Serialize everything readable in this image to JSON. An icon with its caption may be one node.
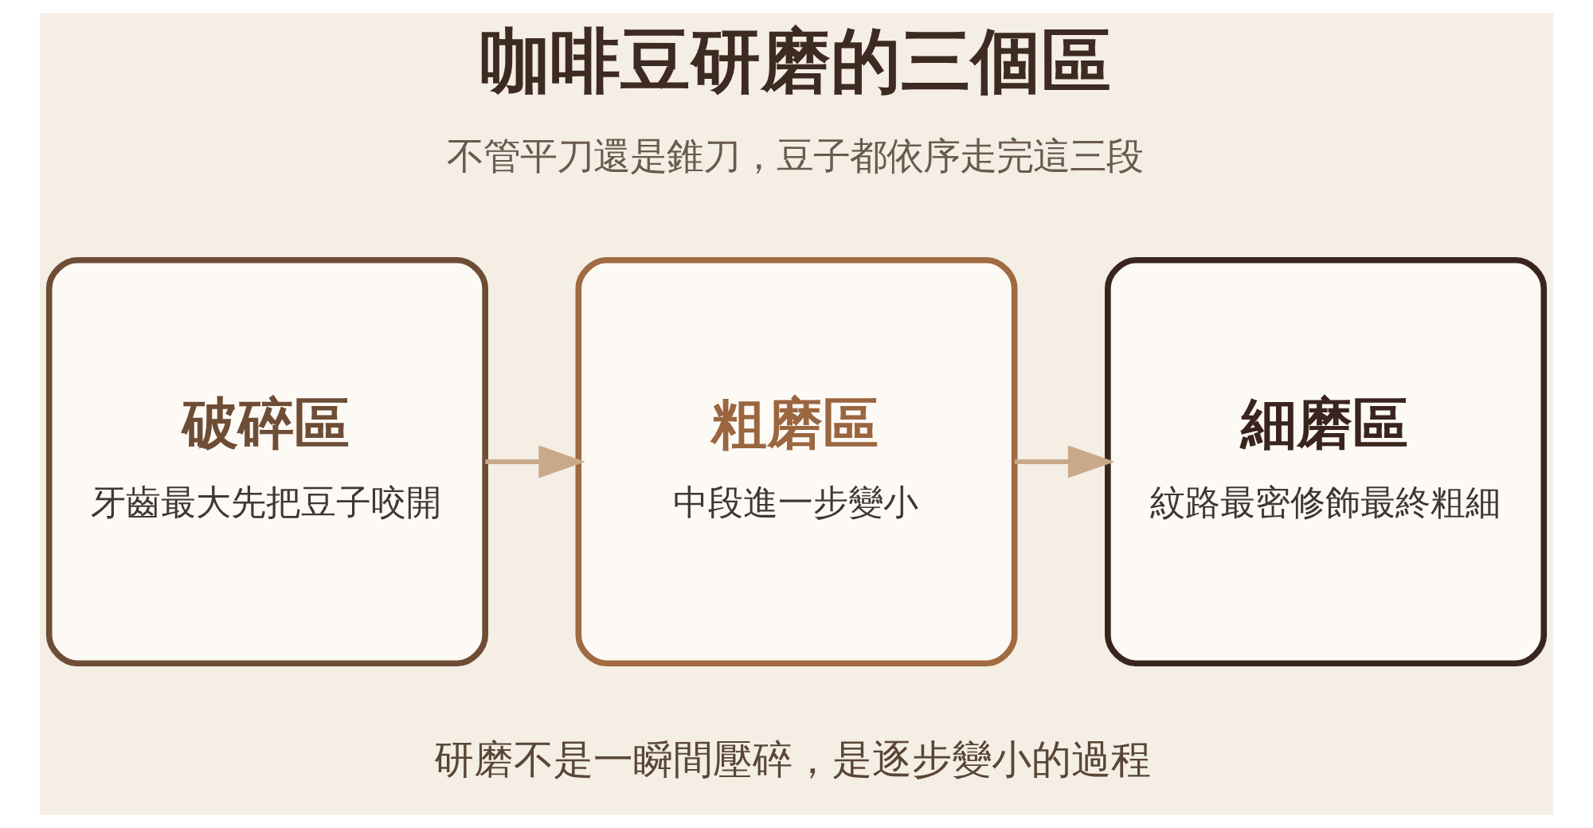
{
  "diagram": {
    "title": "咖啡豆研磨的三個區",
    "caption": "研磨不是一瞬間壓碎，是逐步變小的過程",
    "nodes": [
      {
        "text": [
          "破碎區",
          "牙齒最大先把豆子咬開"
        ]
      },
      {
        "text": [
          "粗磨區",
          "中段進一步變小"
        ]
      },
      {
        "text": [
          "細磨區",
          "紋路最密修飾最終粗細"
        ]
      }
    ],
    "edges": [
      {
        "from": 0,
        "to": 1,
        "arrow": "to"
      },
      {
        "from": 1,
        "to": 2,
        "arrow": "to"
      }
    ],
    "labels": [
      "不管平刀還是錐刀，豆子都依序走完這三段"
    ]
  }
}
